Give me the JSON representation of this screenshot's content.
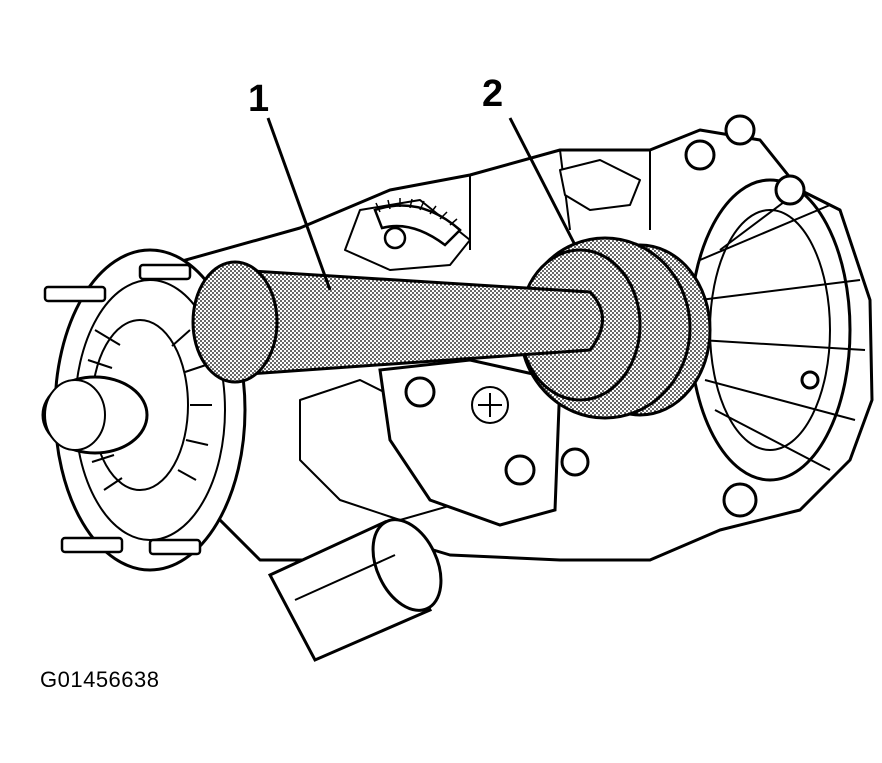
{
  "callouts": [
    {
      "id": 1,
      "label": "1"
    },
    {
      "id": 2,
      "label": "2"
    }
  ],
  "figure_id": "G01456638",
  "colors": {
    "ink": "#000000",
    "paper": "#ffffff",
    "shade": "#cfcfcf"
  }
}
